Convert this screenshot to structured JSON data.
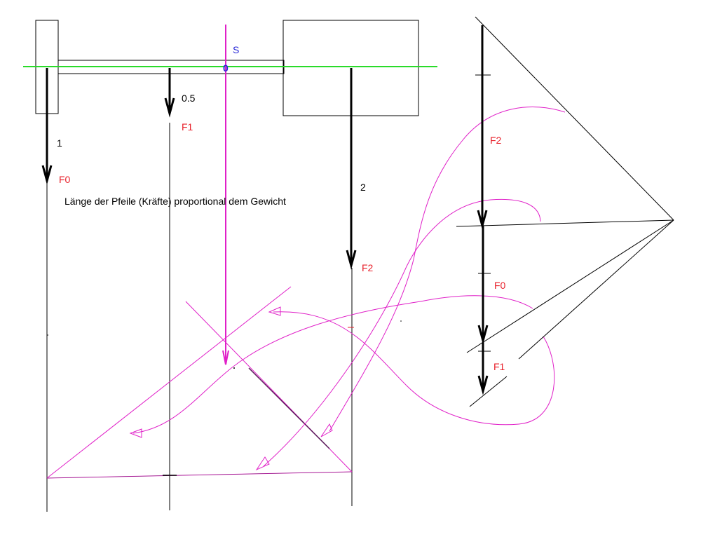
{
  "colors": {
    "line": "#000000",
    "axis": "#2adb2a",
    "construction": "#e020c8",
    "force_label": "#e8202a",
    "center_label": "#2a2ad8"
  },
  "labels": {
    "center": "S",
    "center_mark": "0",
    "weight_f0": "1",
    "weight_f1": "0.5",
    "weight_f2": "2",
    "force_f0": "F0",
    "force_f1": "F1",
    "force_f2": "F2",
    "caption": "Länge der Pfeile (Kräfte) proportional dem Gewicht"
  },
  "polygon_labels": {
    "f2": "F2",
    "f0": "F0",
    "f1": "F1"
  }
}
